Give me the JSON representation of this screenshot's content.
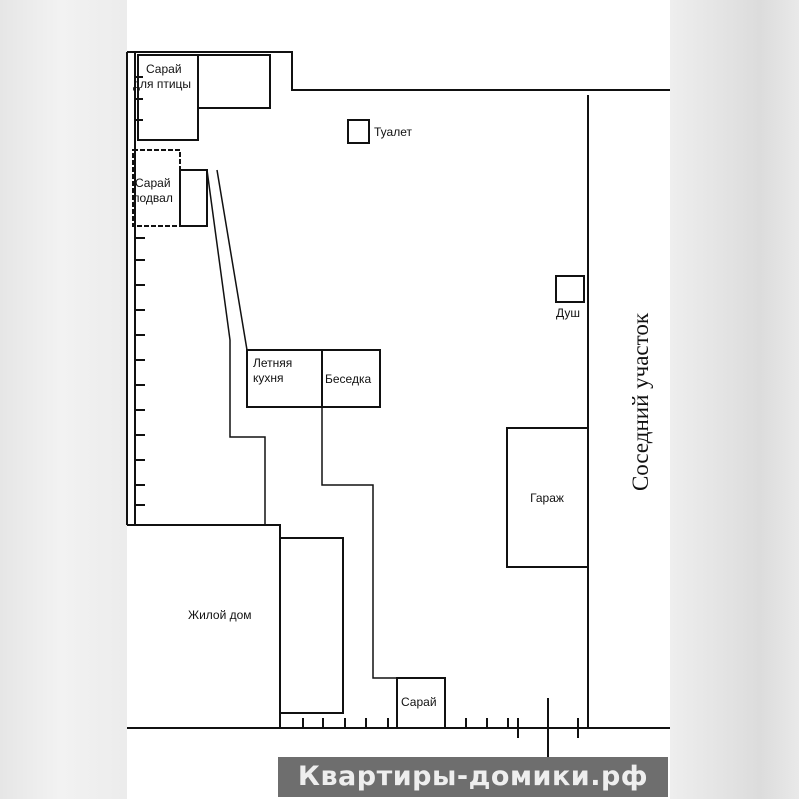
{
  "labels": {
    "bird_shed_1": "Сарай",
    "bird_shed_2": "для птицы",
    "toilet": "Туалет",
    "cellar_shed_1": "Сарай",
    "cellar_shed_2": "подвал",
    "summer_kitchen_1": "Летняя",
    "summer_kitchen_2": "кухня",
    "gazebo": "Беседка",
    "shower": "Душ",
    "garage": "Гараж",
    "house": "Жилой дом",
    "shed": "Сарай",
    "neighbor": "Соседний участок"
  },
  "watermark": "Квартиры-домики.рф"
}
